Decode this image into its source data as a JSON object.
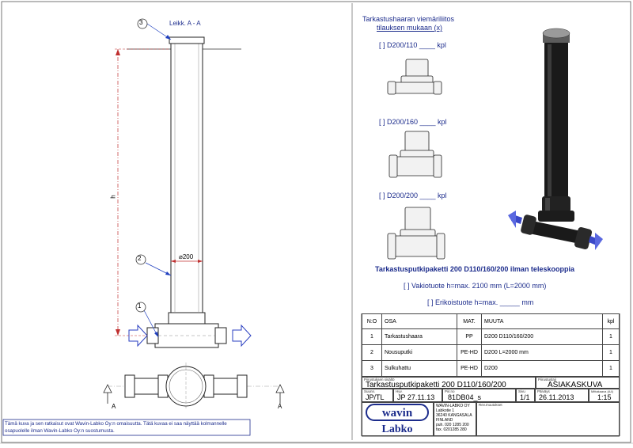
{
  "section_title": "Leikk. A - A",
  "callouts": [
    "3",
    "2",
    "1"
  ],
  "dimensions": {
    "height_label": "h",
    "diameter_label": "⌀200"
  },
  "section_marks": {
    "left": "A",
    "right": "A"
  },
  "branch_options": {
    "header_line1": "Tarkastushaaran viemäriliitos",
    "header_line2": "tilauksen mukaan (x)",
    "items": [
      {
        "text": "[  ] D200/110 ____ kpl"
      },
      {
        "text": "[  ] D200/160 ____ kpl"
      },
      {
        "text": "[  ] D200/200 ____ kpl"
      }
    ]
  },
  "package": {
    "title": "Tarkastusputkipaketti 200 D110/160/200 ilman teleskooppia",
    "standard": "[  ] Vakiotuote   h=max. 2100 mm (L=2000 mm)",
    "special": "[  ] Erikoistuote h=max. _____ mm"
  },
  "parts_table": {
    "headers": [
      "N:O",
      "OSA",
      "MAT.",
      "MUUTA",
      "kpl"
    ],
    "rows": [
      [
        "1",
        "Tarkastushaara",
        "PP",
        "D200 D110/160/200",
        "1"
      ],
      [
        "2",
        "Nousuputki",
        "PE-HD",
        "D200 L=2000 mm",
        "1"
      ],
      [
        "3",
        "Sulkuhattu",
        "PE-HD",
        "D200",
        "1"
      ]
    ]
  },
  "title_block": {
    "name_label": "Piirustuksen sisältö",
    "name": "Tarkastusputkipaketti 200 D110/160/200",
    "type_label": "Piirustuslaji",
    "type": "ASIAKASKUVA",
    "drawn_label": "Suunn.",
    "drawn": "JP/TL",
    "approved_label": "Hyv.",
    "approved": "JP 27.11.13",
    "drawing_no_label": "Piir.no",
    "drawing_no": "81DB04_s",
    "sheet_label": "Sivu",
    "sheet": "1/1",
    "date_label": "Päiväys",
    "date": "26.11.2013",
    "scale_label": "Mittakaava (A4)",
    "scale": "1:15",
    "changes_label": "Rev.muutokset",
    "company": [
      "WAVIN-LABKO OY",
      "Labkotie 1",
      "36240  KANGASALA",
      "FINLAND",
      "puh. 020 1285 200",
      "fax. 0201285 280"
    ]
  },
  "logo": {
    "top": "wavin",
    "bottom": "Labko"
  },
  "copyright": "Tämä kuva ja sen ratkaisut ovat Wavin-Labko Oy:n omaisuutta. Tätä kuvaa ei saa näyttää kolmannelle osapuolelle ilman Wavin-Labko Oy:n suostumusta."
}
